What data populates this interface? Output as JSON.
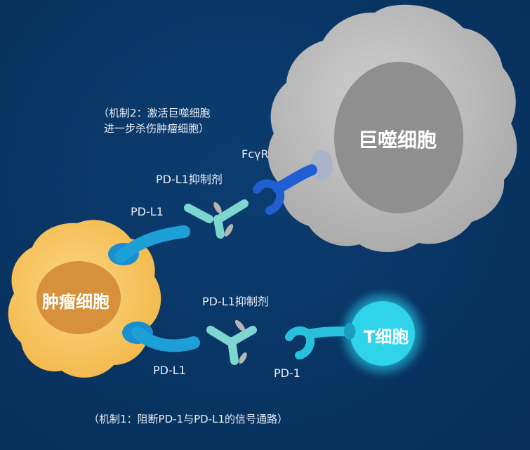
{
  "cells": {
    "macrophage": "巨噬细胞",
    "tumor": "肿瘤细胞",
    "tcell": "T细胞"
  },
  "receptors": {
    "pdl1_top": "PD-L1",
    "pdl1_bottom": "PD-L1",
    "fcgr": "FcγR",
    "pd1": "PD-1"
  },
  "drugs": {
    "top": "PD-L1抑制剂",
    "bottom": "PD-L1抑制剂"
  },
  "mechanisms": {
    "mech2_line1": "（机制2：激活巨噬细胞",
    "mech2_line2": "进一步杀伤肿瘤细胞）",
    "mech1": "（机制1：阻断PD-1与PD-L1的信号通路）"
  },
  "colors": {
    "background": "#083462",
    "tumor": "#f6c25a",
    "tumor_nucleus": "#d99435",
    "macrophage": "#bdbdbd",
    "macrophage_nucleus": "#8e8e8e",
    "tcell": "#2fd3ea",
    "pdl1": "#1d9fd8",
    "antibody": "#7ed6d0",
    "fcgr": "#1f5fd1",
    "pd1": "#27c1dc"
  }
}
